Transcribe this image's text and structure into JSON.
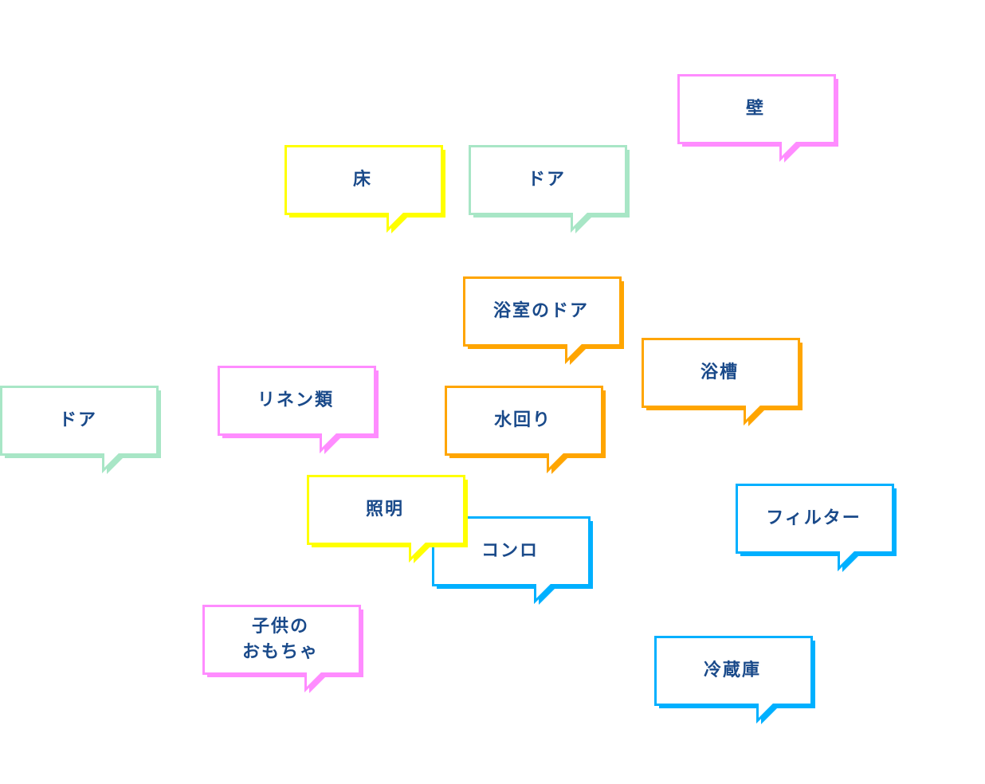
{
  "palette": {
    "pink": "#ff8cff",
    "yellow": "#ffff00",
    "mint": "#a8e6c6",
    "orange": "#ffa500",
    "blue": "#00b0ff",
    "text": "#1a4a8a"
  },
  "bubbles": [
    {
      "id": "wall",
      "label": "壁",
      "color": "pink"
    },
    {
      "id": "floor",
      "label": "床",
      "color": "yellow"
    },
    {
      "id": "door-top",
      "label": "ドア",
      "color": "mint"
    },
    {
      "id": "bathroom-door",
      "label": "浴室のドア",
      "color": "orange"
    },
    {
      "id": "bathtub",
      "label": "浴槽",
      "color": "orange"
    },
    {
      "id": "door-left",
      "label": "ドア",
      "color": "mint"
    },
    {
      "id": "linens",
      "label": "リネン類",
      "color": "pink"
    },
    {
      "id": "water-area",
      "label": "水回り",
      "color": "orange"
    },
    {
      "id": "filter",
      "label": "フィルター",
      "color": "blue"
    },
    {
      "id": "stove",
      "label": "コンロ",
      "color": "blue"
    },
    {
      "id": "lighting",
      "label": "照明",
      "color": "yellow"
    },
    {
      "id": "kids-toys",
      "label": "子供の\nおもちゃ",
      "color": "pink"
    },
    {
      "id": "fridge",
      "label": "冷蔵庫",
      "color": "blue"
    }
  ]
}
